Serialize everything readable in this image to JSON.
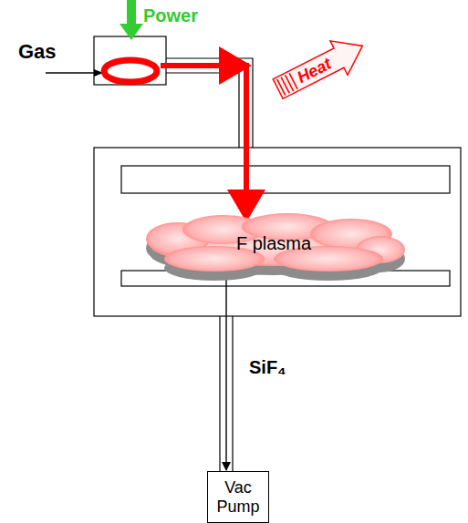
{
  "diagram": {
    "nodes": [
      {
        "text": [
          "Heat"
        ]
      },
      {
        "text": [
          "F plasma"
        ]
      },
      {
        "text": [
          "Vac Pump"
        ]
      }
    ],
    "edges": [
      {
        "from": 1,
        "to": 2,
        "arrow": "to",
        "label": "SiF₄"
      }
    ],
    "labels": [
      "Gas",
      "Power"
    ]
  }
}
